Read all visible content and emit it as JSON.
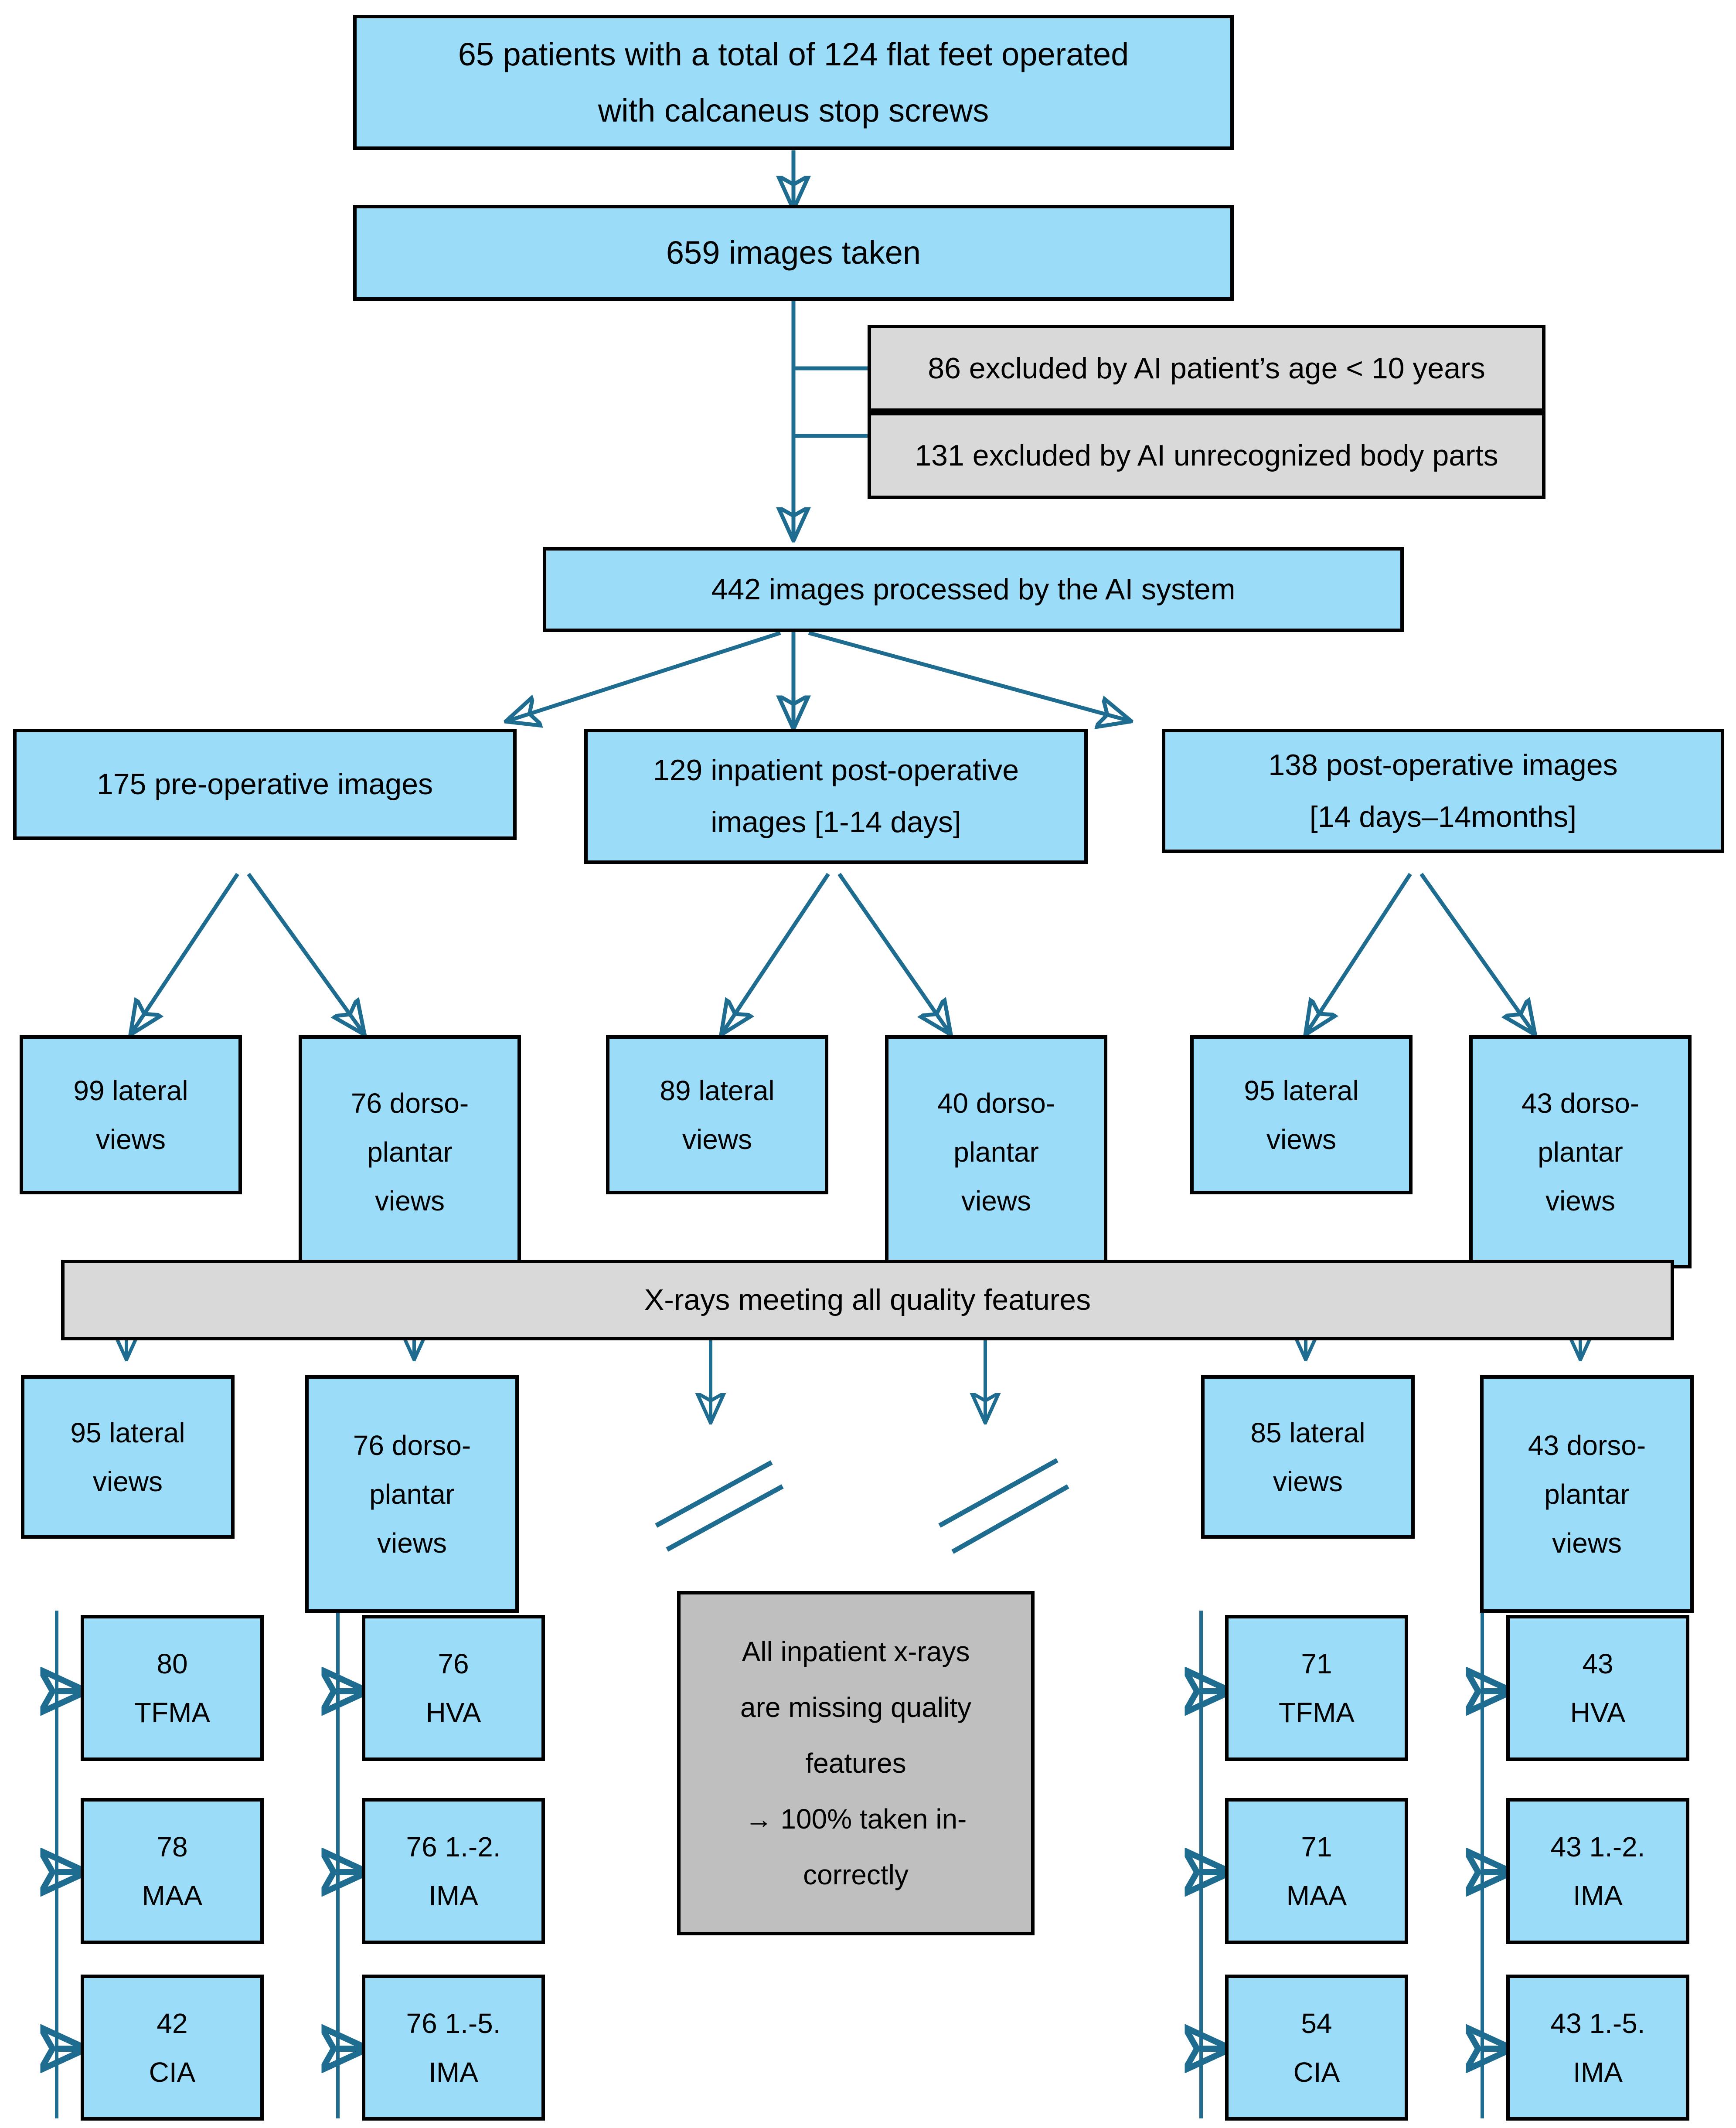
{
  "colors": {
    "node_fill_blue": "#9BDCF8",
    "node_fill_gray": "#D9D9D9",
    "node_fill_gray_dark": "#BFBFBF",
    "node_border": "#000000",
    "connector": "#1F6C91",
    "background": "#FFFFFF"
  },
  "chart_data": {
    "type": "diagram",
    "title": "Flowchart of x-ray image selection and AI measurement",
    "nodes": [
      {
        "id": "patients",
        "label": "65 patients with a total of 124 flat feet operated with calcaneus stop screws",
        "value": 65,
        "fill": "blue"
      },
      {
        "id": "images_taken",
        "label": "659 images taken",
        "value": 659,
        "fill": "blue"
      },
      {
        "id": "excl_age",
        "label": "86 excluded by AI patient's age < 10 years",
        "value": 86,
        "fill": "gray"
      },
      {
        "id": "excl_body",
        "label": "131 excluded by AI unrecognized body parts",
        "value": 131,
        "fill": "gray"
      },
      {
        "id": "processed",
        "label": "442 images processed by the AI system",
        "value": 442,
        "fill": "blue"
      },
      {
        "id": "preop",
        "label": "175 pre-operative images",
        "value": 175,
        "fill": "blue"
      },
      {
        "id": "inpatient",
        "label": "129 inpatient post-operative images [1-14 days]",
        "value": 129,
        "fill": "blue"
      },
      {
        "id": "postop",
        "label": "138 post-operative images [14 days-14months]",
        "value": 138,
        "fill": "blue"
      },
      {
        "id": "preop_lat",
        "label": "99 lateral views",
        "value": 99,
        "fill": "blue"
      },
      {
        "id": "preop_dp",
        "label": "76 dorso-plantar views",
        "value": 76,
        "fill": "blue"
      },
      {
        "id": "inp_lat",
        "label": "89 lateral views",
        "value": 89,
        "fill": "blue"
      },
      {
        "id": "inp_dp",
        "label": "40 dorso-plantar views",
        "value": 40,
        "fill": "blue"
      },
      {
        "id": "post_lat",
        "label": "95 lateral views",
        "value": 95,
        "fill": "blue"
      },
      {
        "id": "post_dp",
        "label": "43 dorso-plantar views",
        "value": 43,
        "fill": "blue"
      },
      {
        "id": "quality",
        "label": "X-rays meeting all quality features",
        "fill": "gray"
      },
      {
        "id": "q_preop_lat",
        "label": "95 lateral views",
        "value": 95,
        "fill": "blue"
      },
      {
        "id": "q_preop_dp",
        "label": "76 dorso-plantar views",
        "value": 76,
        "fill": "blue"
      },
      {
        "id": "q_post_lat",
        "label": "85 lateral views",
        "value": 85,
        "fill": "blue"
      },
      {
        "id": "q_post_dp",
        "label": "43 dorso-plantar views",
        "value": 43,
        "fill": "blue"
      },
      {
        "id": "inp_missing",
        "label": "All inpatient x-rays are missing quality features -> 100% taken incorrectly",
        "fill": "gray_dark"
      },
      {
        "id": "m_80_tfma",
        "value": 80,
        "unit": "TFMA",
        "fill": "blue"
      },
      {
        "id": "m_78_maa",
        "value": 78,
        "unit": "MAA",
        "fill": "blue"
      },
      {
        "id": "m_42_cia",
        "value": 42,
        "unit": "CIA",
        "fill": "blue"
      },
      {
        "id": "m_76_hva",
        "value": 76,
        "unit": "HVA",
        "fill": "blue"
      },
      {
        "id": "m_76_ima12",
        "value": "76 1.-2.",
        "unit": "IMA",
        "fill": "blue"
      },
      {
        "id": "m_76_ima15",
        "value": "76 1.-5.",
        "unit": "IMA",
        "fill": "blue"
      },
      {
        "id": "m_71_tfma",
        "value": 71,
        "unit": "TFMA",
        "fill": "blue"
      },
      {
        "id": "m_71_maa",
        "value": 71,
        "unit": "MAA",
        "fill": "blue"
      },
      {
        "id": "m_54_cia",
        "value": 54,
        "unit": "CIA",
        "fill": "blue"
      },
      {
        "id": "m_43_hva",
        "value": 43,
        "unit": "HVA",
        "fill": "blue"
      },
      {
        "id": "m_43_ima12",
        "value": "43 1.-2.",
        "unit": "IMA",
        "fill": "blue"
      },
      {
        "id": "m_43_ima15",
        "value": "43 1.-5.",
        "unit": "IMA",
        "fill": "blue"
      }
    ]
  },
  "top": {
    "patients_l1": "65 patients with a total of 124 flat feet operated",
    "patients_l2": "with calcaneus stop screws",
    "images_taken": "659 images taken"
  },
  "excluded": {
    "age": "86 excluded by AI patient’s age < 10 years",
    "body_parts": "131 excluded by AI unrecognized body parts"
  },
  "processed": {
    "label": "442 images processed by the AI system"
  },
  "groups": {
    "preop_l1": "175 pre-operative images",
    "preop_l2": "",
    "inpatient_l1": "129 inpatient post-operative",
    "inpatient_l2": "images [1-14 days]",
    "postop_l1": "138 post-operative images",
    "postop_l2": "[14 days–14months]"
  },
  "views": {
    "preop_lat_l1": "99 lateral",
    "preop_lat_l2": "views",
    "preop_dp_l1": "76 dorso-",
    "preop_dp_l2": "plantar",
    "preop_dp_l3": "views",
    "inp_lat_l1": "89 lateral",
    "inp_lat_l2": "views",
    "inp_dp_l1": "40 dorso-",
    "inp_dp_l2": "plantar",
    "inp_dp_l3": "views",
    "post_lat_l1": "95 lateral",
    "post_lat_l2": "views",
    "post_dp_l1": "43 dorso-",
    "post_dp_l2": "plantar",
    "post_dp_l3": "views"
  },
  "quality": {
    "bar_label": "X-rays meeting all quality features",
    "q_preop_lat_l1": "95 lateral",
    "q_preop_lat_l2": "views",
    "q_preop_dp_l1": "76 dorso-",
    "q_preop_dp_l2": "plantar",
    "q_preop_dp_l3": "views",
    "q_post_lat_l1": "85 lateral",
    "q_post_lat_l2": "views",
    "q_post_dp_l1": "43 dorso-",
    "q_post_dp_l2": "plantar",
    "q_post_dp_l3": "views"
  },
  "inpatient_note": {
    "l1": "All inpatient x-rays",
    "l2": "are missing quality",
    "l3": "features",
    "l4": "→ 100% taken in-",
    "l5": "correctly"
  },
  "measures": {
    "tfma80_v": "80",
    "tfma80_u": "TFMA",
    "maa78_v": "78",
    "maa78_u": "MAA",
    "cia42_v": "42",
    "cia42_u": "CIA",
    "hva76_v": "76",
    "hva76_u": "HVA",
    "ima76_12_v": "76 1.-2.",
    "ima76_12_u": "IMA",
    "ima76_15_v": "76 1.-5.",
    "ima76_15_u": "IMA",
    "tfma71_v": "71",
    "tfma71_u": "TFMA",
    "maa71_v": "71",
    "maa71_u": "MAA",
    "cia54_v": "54",
    "cia54_u": "CIA",
    "hva43_v": "43",
    "hva43_u": "HVA",
    "ima43_12_v": "43 1.-2.",
    "ima43_12_u": "IMA",
    "ima43_15_v": "43 1.-5.",
    "ima43_15_u": "IMA"
  }
}
